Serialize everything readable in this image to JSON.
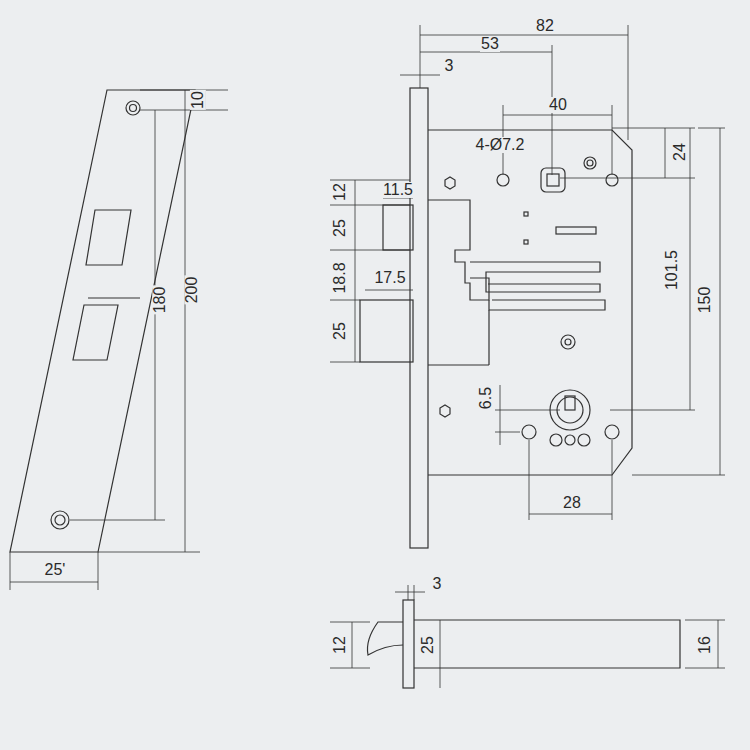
{
  "diagram": {
    "labels": [
      "10",
      "180",
      "200",
      "25'",
      "82",
      "53",
      "3",
      "40",
      "4-Ø7.2",
      "24",
      "12",
      "11.5",
      "25",
      "18.8",
      "17.5",
      "25",
      "101.5",
      "150",
      "6.5",
      "28",
      "3",
      "12",
      "25",
      "16"
    ]
  }
}
